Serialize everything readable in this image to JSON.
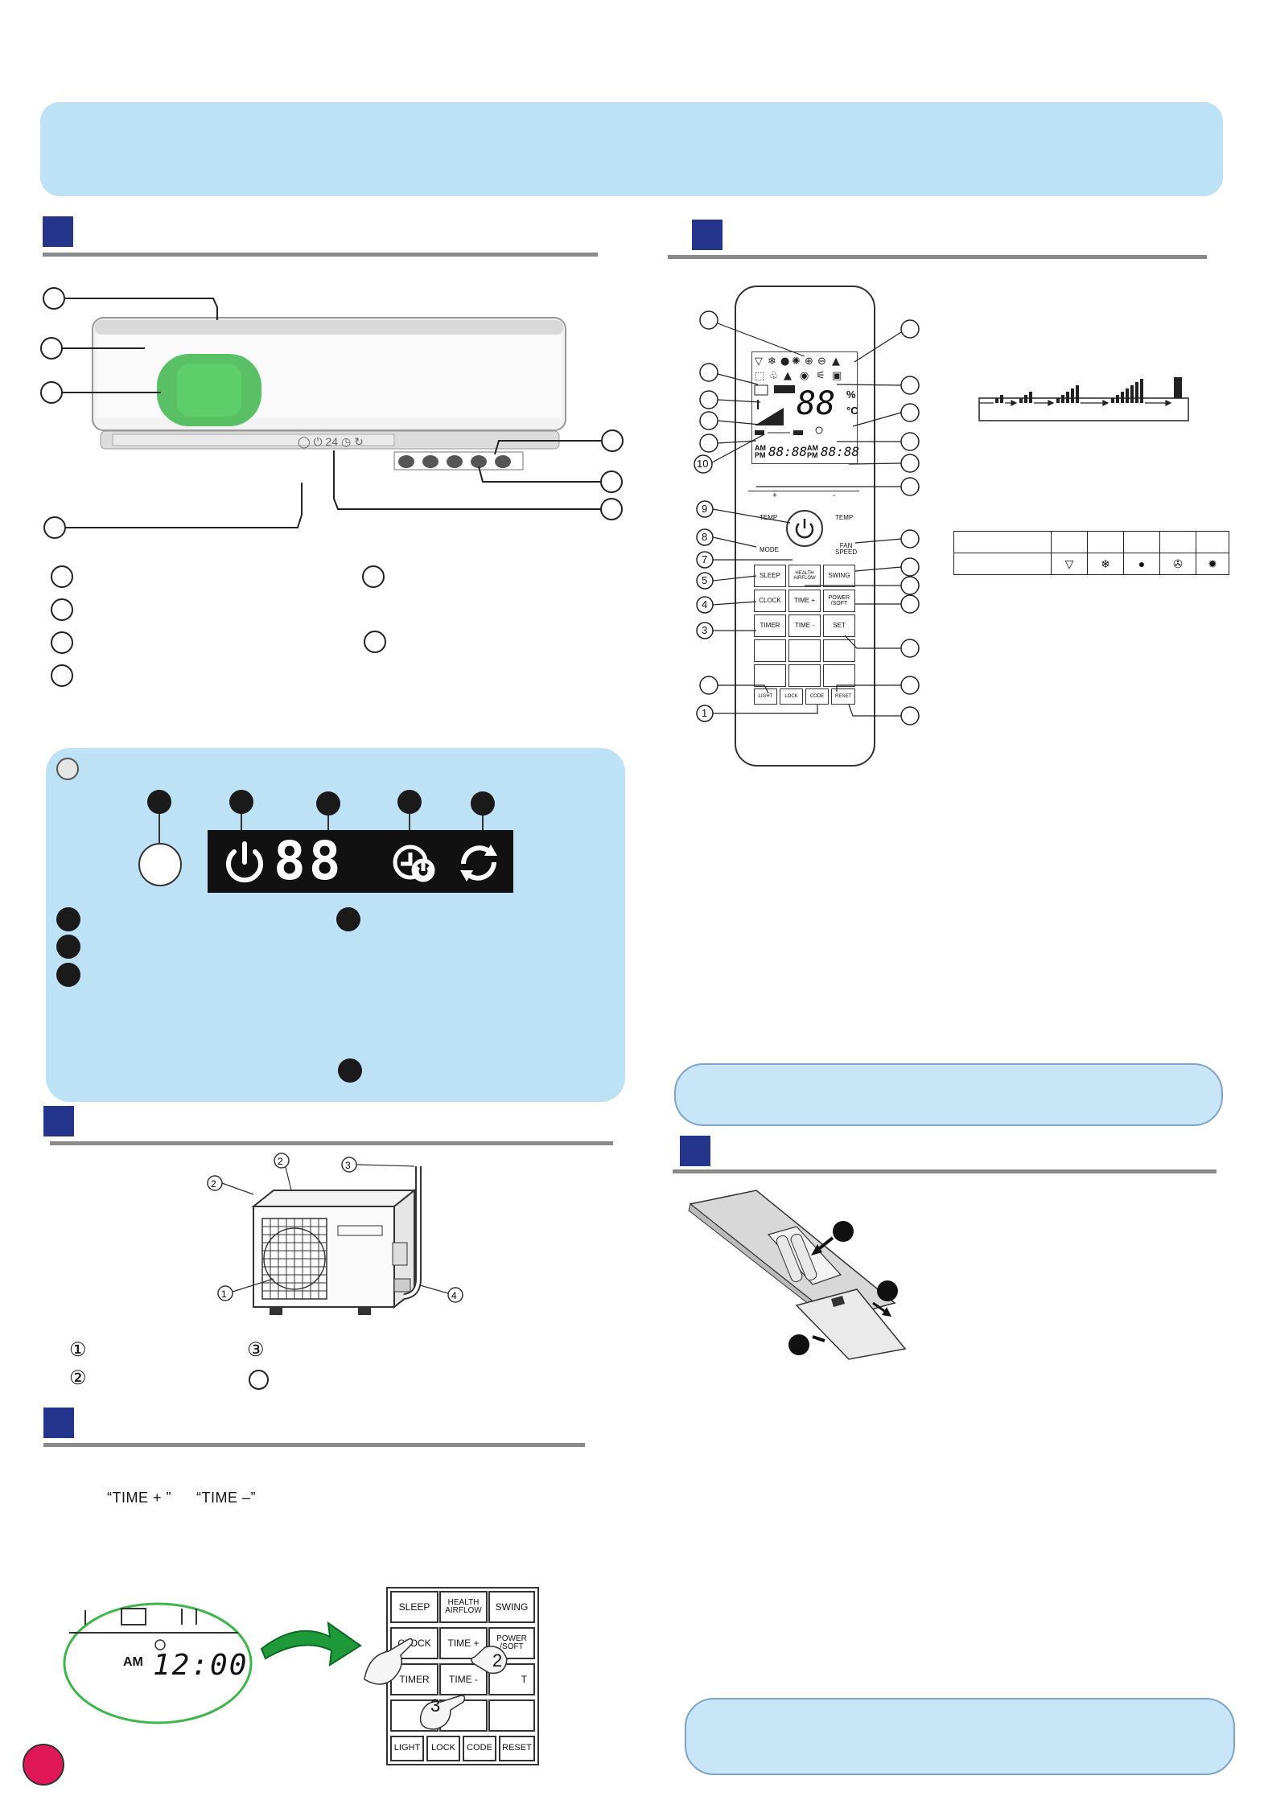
{
  "quote": {
    "time_plus": "“TIME + ”",
    "time_minus": "“TIME –”"
  },
  "remote": {
    "temp_plus_sign": "+",
    "temp_minus_sign": "-",
    "temp_left": "TEMP",
    "temp_right": "TEMP",
    "mode": "MODE",
    "fan_speed": "FAN\nSPEED",
    "sleep": "SLEEP",
    "health_airflow": "HEALTH\nAIRFLOW",
    "swing": "SWING",
    "clock": "CLOCK",
    "time_plus": "TIME +",
    "power_soft": "POWER\n/SOFT",
    "timer": "TIMER",
    "time_minus": "TIME -",
    "set": "SET",
    "light": "LIGHT",
    "lock": "LOCK",
    "code": "CODE",
    "reset": "RESET",
    "lcd_am": "AM",
    "lcd_pm": "PM",
    "lcd_temp": "88",
    "lcd_percent": "%",
    "lcd_celsius": "°C"
  },
  "remote_callouts_left": [
    "9",
    "8",
    "7",
    "5",
    "4",
    "3",
    "1",
    "10"
  ],
  "outdoor_callouts": {
    "diagram": [
      "②",
      "③",
      "②",
      "①",
      "④"
    ],
    "legend": [
      "①",
      "③",
      "②"
    ]
  },
  "indoor_display": {
    "temp_digits": "88",
    "unit_display": "24"
  },
  "keypad_zoom": {
    "sleep": "SLEEP",
    "health_airflow": "HEALTH\nAIRFLOW",
    "swing": "SWING",
    "clock": "CLOCK",
    "time_plus": "TIME +",
    "power_soft": "POWER\n/SOFT",
    "timer": "TIMER",
    "time_minus": "TIME -",
    "set_partial": "T",
    "light": "LIGHT",
    "lock": "LOCK",
    "code": "CODE",
    "reset": "RESET",
    "step2": "2",
    "step3": "3"
  },
  "clock_zoom": {
    "am": "AM",
    "time": "12:00"
  },
  "colors": {
    "banner": "#bde1f5",
    "section_square": "#25358c",
    "rule": "#8a8a8a",
    "display_strip": "#111111",
    "green_highlight": "#3cb54a",
    "page_marker": "#e0185a"
  }
}
